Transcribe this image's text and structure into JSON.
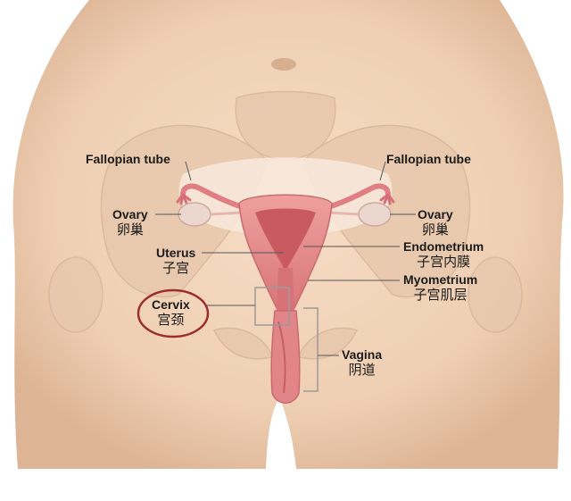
{
  "labels": {
    "fallopian_left": {
      "en": "Fallopian tube"
    },
    "fallopian_right": {
      "en": "Fallopian tube"
    },
    "ovary_left": {
      "en": "Ovary",
      "zh": "卵巢"
    },
    "ovary_right": {
      "en": "Ovary",
      "zh": "卵巢"
    },
    "uterus": {
      "en": "Uterus",
      "zh": "子宫"
    },
    "endometrium": {
      "en": "Endometrium",
      "zh": "子宫内膜"
    },
    "myometrium": {
      "en": "Myometrium",
      "zh": "子宫肌层"
    },
    "cervix": {
      "en": "Cervix",
      "zh": "宫颈"
    },
    "vagina": {
      "en": "Vagina",
      "zh": "阴道"
    }
  },
  "colors": {
    "skin": "#efcfb3",
    "skin_shadow": "#d9b193",
    "uterus": "#e58a8c",
    "endometrium": "#c95a62",
    "highlight_circle": "#9b2d30"
  }
}
